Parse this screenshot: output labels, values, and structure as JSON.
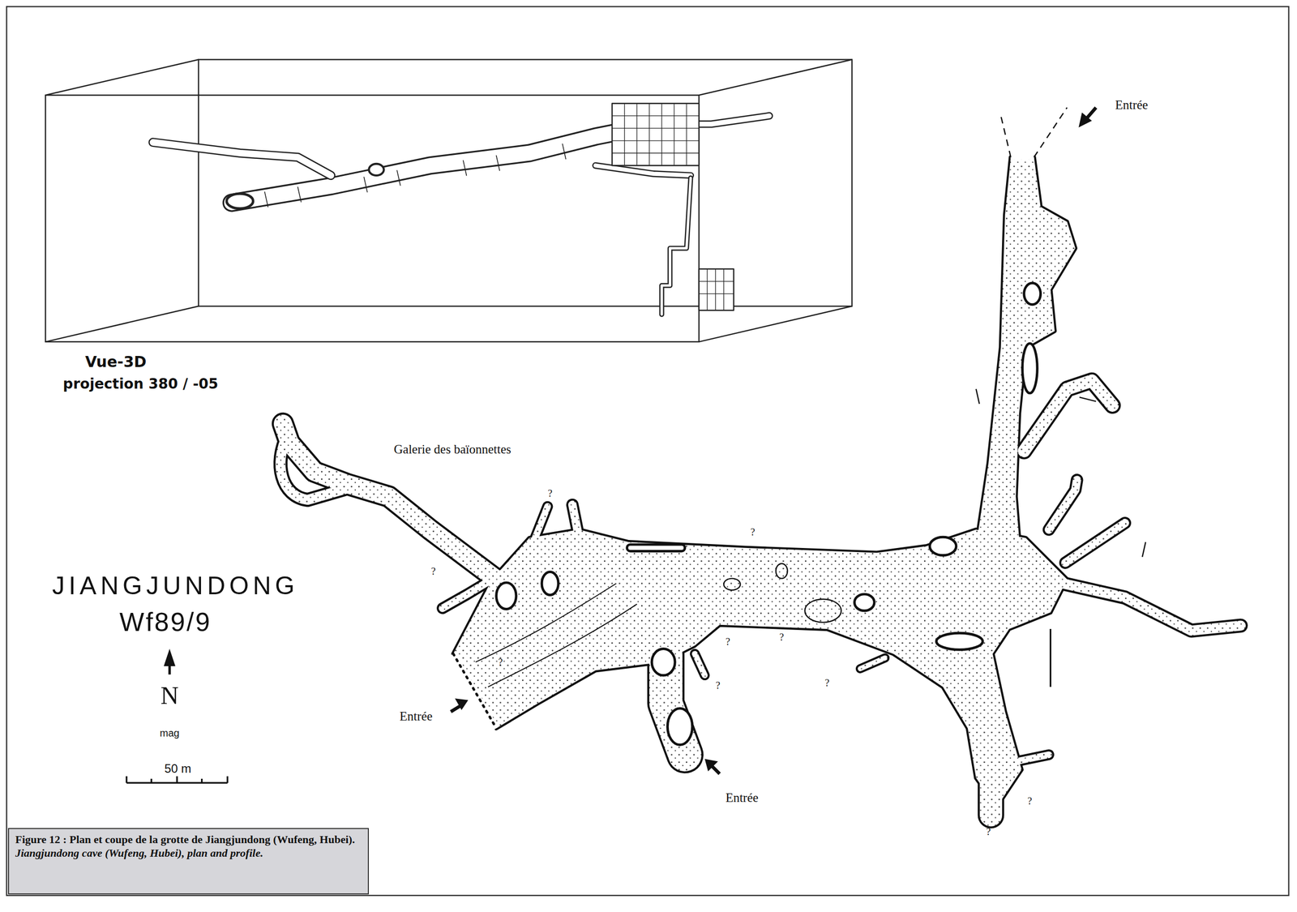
{
  "diagram": {
    "title": "JIANGJUNDONG",
    "caption": "Figure 12 : Plan et coupe de la grotte de Jiangjundong (Wufeng, Hubei).",
    "labels": [
      "Vue-3D",
      "projection 380 / -05",
      "Entrée",
      "Galerie des baïonnettes",
      "Wf89/9",
      "Entrée",
      "Entrée",
      "N",
      "mag",
      "50 m",
      "?",
      "?",
      "?",
      "?",
      "?",
      "?",
      "?",
      "?",
      "?",
      "?",
      "Jiangjundong cave (Wufeng, Hubei), plan and profile."
    ]
  }
}
